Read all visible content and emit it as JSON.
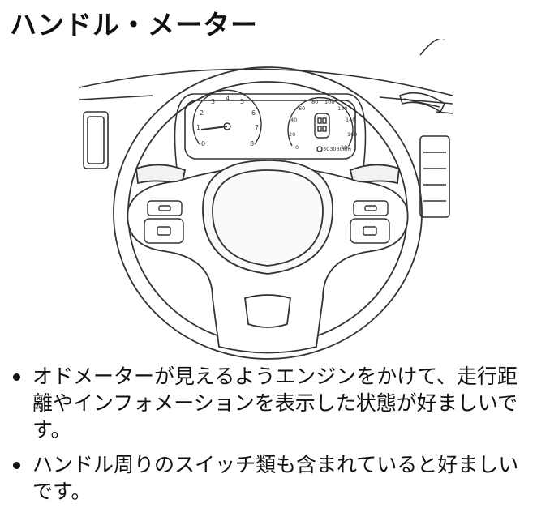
{
  "title": "ハンドル・メーター",
  "illustration": {
    "speedometer_ticks": [
      "0",
      "20",
      "40",
      "60",
      "80",
      "100",
      "120",
      "140",
      "160",
      "180"
    ],
    "tachometer_ticks": [
      "0",
      "1",
      "2",
      "3",
      "4",
      "5",
      "6",
      "7",
      "8"
    ],
    "odometer": "303030km"
  },
  "bullets": [
    "オドメーターが見えるようエンジンをかけて、走行距離やインフォメーションを表示した状態が好ましいです。",
    "ハンドル周りのスイッチ類も含まれていると好ましいです。"
  ]
}
